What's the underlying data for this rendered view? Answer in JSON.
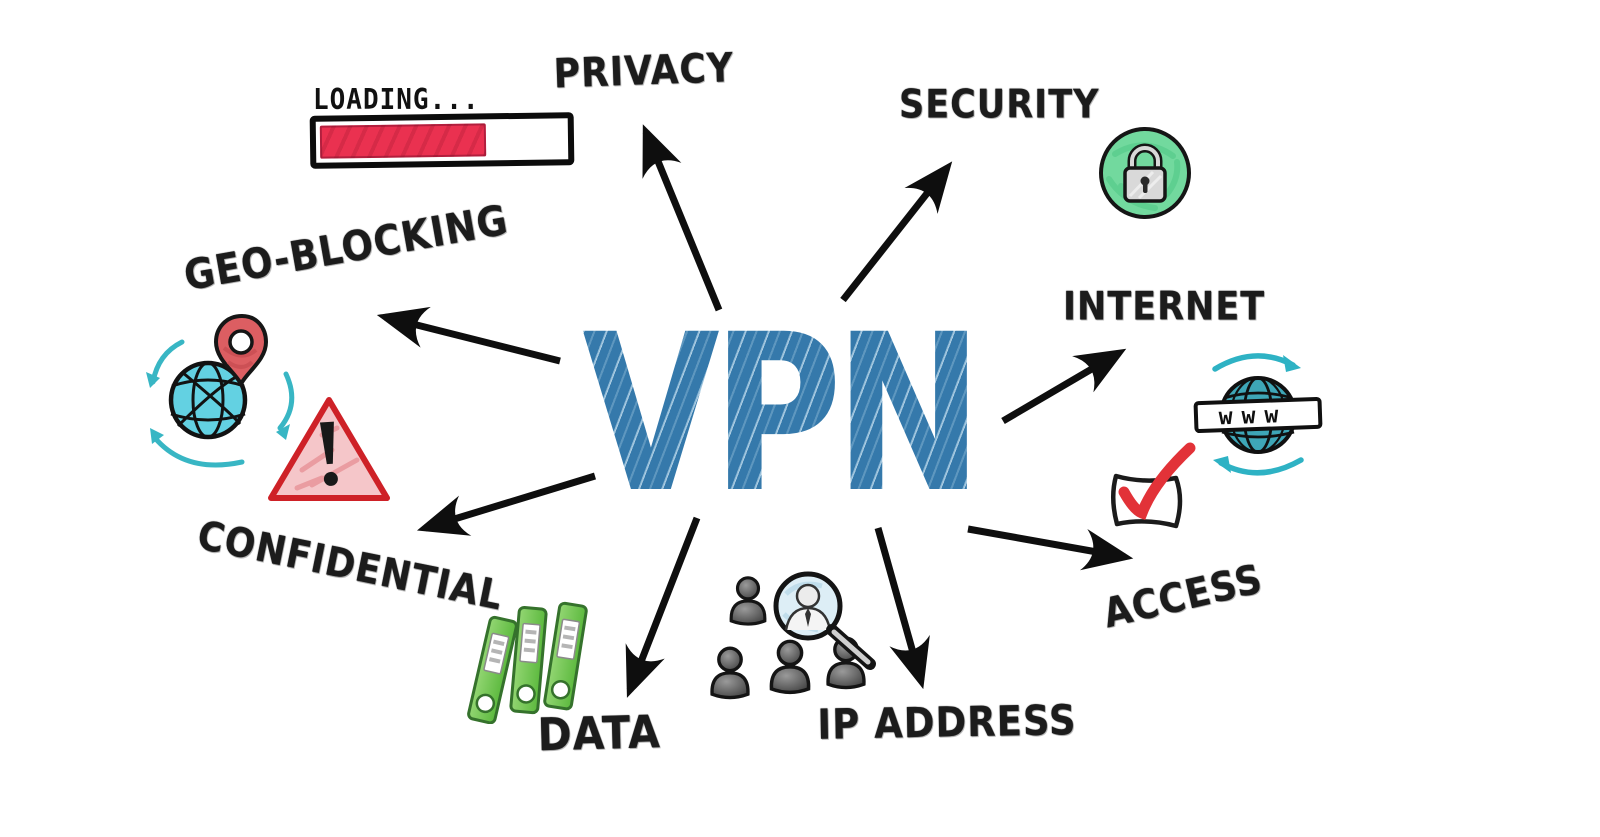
{
  "title": "VPN concept illustration",
  "center": {
    "label": "VPN",
    "color": "#3579ab"
  },
  "loading": {
    "label": "LOADING...",
    "progress_percent": 68,
    "bar_color": "#e93250"
  },
  "nodes": [
    {
      "id": "privacy",
      "label": "PRIVACY",
      "icon": "none"
    },
    {
      "id": "security",
      "label": "SECURITY",
      "icon": "padlock-circle-icon"
    },
    {
      "id": "internet",
      "label": "INTERNET",
      "icon": "www-globe-icon",
      "banner_text": "www"
    },
    {
      "id": "access",
      "label": "ACCESS",
      "icon": "checked-checkbox-icon"
    },
    {
      "id": "ip-address",
      "label": "IP ADDRESS",
      "icon": "people-magnifier-icon"
    },
    {
      "id": "data",
      "label": "DATA",
      "icon": "green-binders-icon"
    },
    {
      "id": "confidential",
      "label": "CONFIDENTIAL",
      "icon": "warning-triangle-icon"
    },
    {
      "id": "geo-blocking",
      "label": "GEO-BLOCKING",
      "icon": "globe-location-pin-icon"
    }
  ],
  "colors": {
    "center_blue": "#3579ab",
    "arrow_black": "#0e0e0e",
    "loading_red": "#e93250",
    "security_green": "#72d99e",
    "internet_teal": "#3ea6b7",
    "swirl_teal": "#2eb2c4",
    "warning_red": "#ce2127",
    "warning_fill": "#f5c6c9",
    "binder_green": "#6ec152",
    "pin_red": "#dc5e62",
    "check_red": "#e23238"
  }
}
